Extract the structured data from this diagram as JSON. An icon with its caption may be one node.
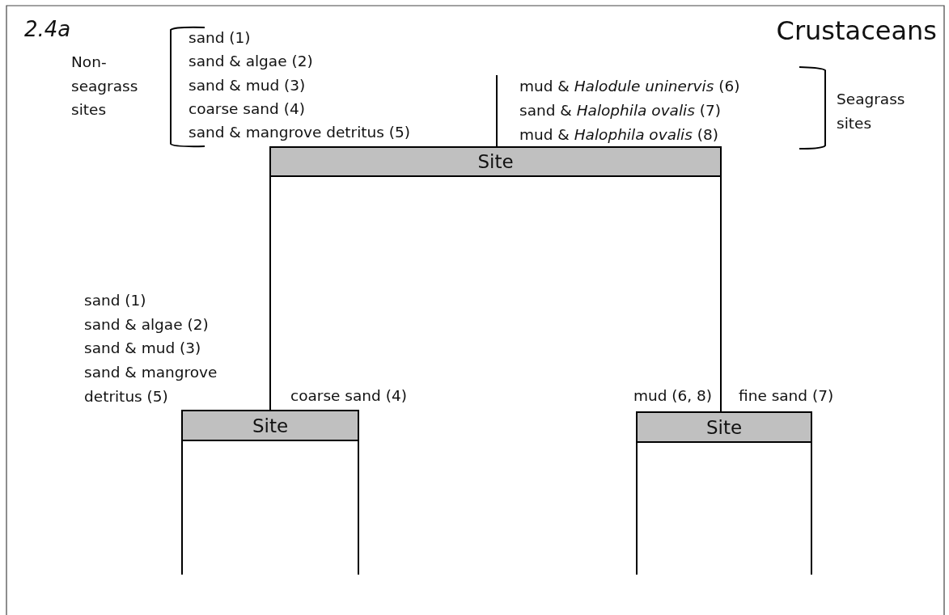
{
  "diagram": {
    "title": "Crustaceans",
    "nodes": [
      {
        "text": [
          "Site"
        ]
      },
      {
        "text": [
          "Site"
        ]
      },
      {
        "text": [
          "Site"
        ]
      }
    ],
    "edges": [
      {
        "from": 0,
        "to": 1,
        "arrow": "none"
      },
      {
        "from": 0,
        "to": 2,
        "arrow": "none"
      },
      {
        "from": 1,
        "to": null,
        "arrow": "none"
      },
      {
        "from": 1,
        "to": null,
        "arrow": "none"
      },
      {
        "from": 2,
        "to": null,
        "arrow": "none"
      },
      {
        "from": 2,
        "to": null,
        "arrow": "none"
      },
      {
        "from": null,
        "to": 0,
        "arrow": "none"
      }
    ],
    "labels": [
      "2.4a",
      "Non-seagrass sites",
      "sand (1)",
      "sand & algae (2)",
      "sand & mud (3)",
      "coarse sand (4)",
      "sand & mangrove detritus (5)",
      "mud & *Halodule uninervis* (6)",
      "sand & *Halophila ovalis* (7)",
      "mud & *Halophila ovalis* (8)",
      "Seagrass sites",
      "sand (1)",
      "sand & algae (2)",
      "sand & mud (3)",
      "sand & mangrove detritus (5)",
      "coarse sand (4)",
      "mud (6, 8)",
      "fine sand (7)"
    ]
  }
}
